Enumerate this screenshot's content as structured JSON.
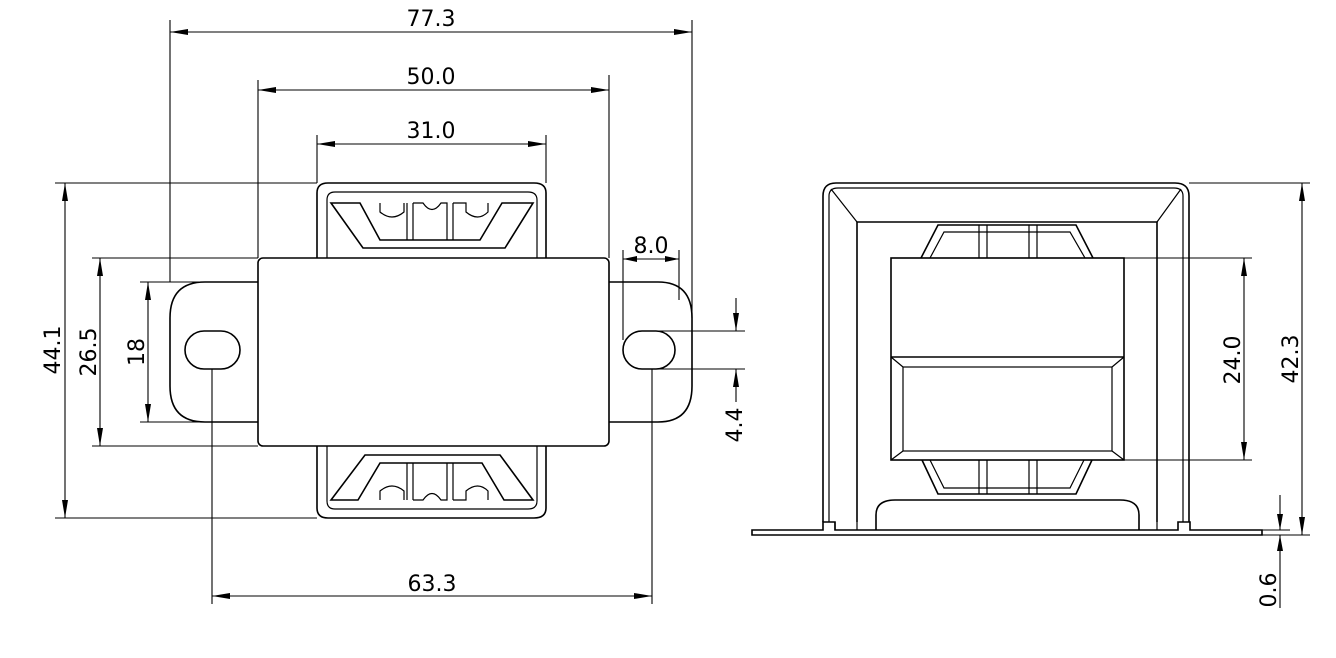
{
  "dimensions": {
    "overall_width": "77.3",
    "core_width": "50.0",
    "bobbin_width": "31.0",
    "tab_width": "8.0",
    "overall_height": "44.1",
    "core_height": "26.5",
    "tab_height": "18",
    "slot_height": "4.4",
    "mount_pitch": "63.3",
    "side_height": "42.3",
    "side_core_height": "24.0",
    "base_thickness": "0.6"
  }
}
